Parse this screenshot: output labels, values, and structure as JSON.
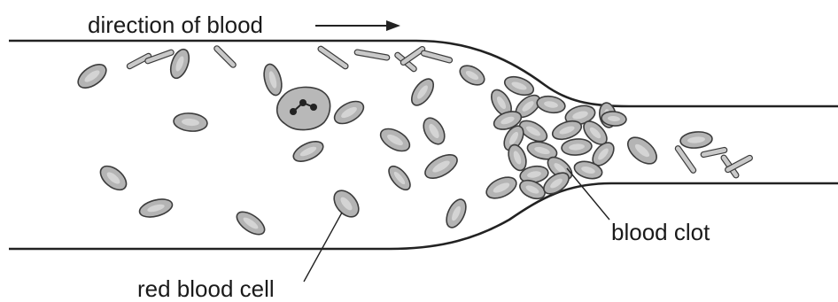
{
  "labels": {
    "direction": "direction of blood",
    "clot": "blood clot",
    "red_cell": "red blood cell"
  }
}
